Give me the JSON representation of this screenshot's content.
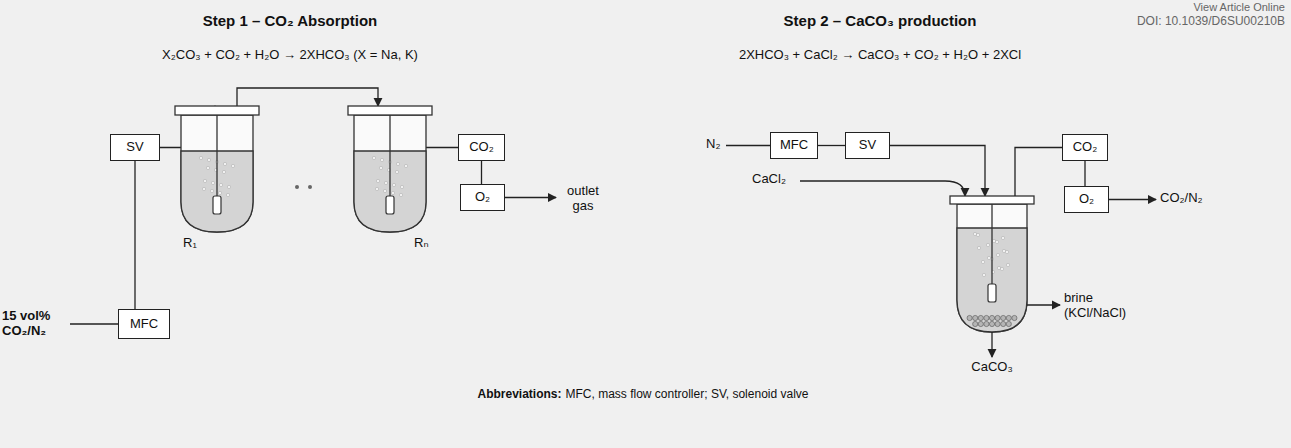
{
  "diagram": {
    "nodes": [
      {
        "text": [
          "SV"
        ]
      },
      {
        "text": [
          "MFC"
        ]
      },
      {
        "text": [
          "R₁"
        ]
      },
      {
        "text": [
          "Rₙ"
        ]
      },
      {
        "text": [
          "CO₂"
        ]
      },
      {
        "text": [
          "O₂"
        ]
      },
      {
        "text": [
          "MFC"
        ]
      },
      {
        "text": [
          "SV"
        ]
      },
      {
        "text": [
          "CO₂"
        ]
      },
      {
        "text": [
          "O₂"
        ]
      }
    ],
    "edges": [
      {
        "from": 1,
        "to": 0,
        "arrow": "none"
      },
      {
        "from": 0,
        "to": 2,
        "arrow": "to"
      },
      {
        "from": 2,
        "to": 3,
        "arrow": "to"
      },
      {
        "from": 3,
        "to": 4,
        "arrow": "none"
      },
      {
        "from": 4,
        "to": 5,
        "arrow": "none"
      },
      {
        "from": 6,
        "to": 7,
        "arrow": "none"
      },
      {
        "from": 8,
        "to": 9,
        "arrow": "none"
      }
    ],
    "labels": [
      "View Article Online",
      "DOI: 10.1039/D6SU00210B",
      "Step 1 – CO₂ Absorption",
      "X₂CO₃ + CO₂ + H₂O → 2XHCO₃ (X = Na, K)",
      "Step 2 – CaCO₃ production",
      "2XHCO₃ + CaCl₂ → CaCO₃ + CO₂ + H₂O + 2XCl",
      "15 vol% CO₂/N₂",
      "outlet gas",
      "N₂",
      "CaCl₂",
      "CO₂/N₂",
      "brine (KCl/NaCl)",
      "CaCO₃",
      "Abbreviations:",
      "MFC, mass flow controller; SV, solenoid valve"
    ]
  }
}
